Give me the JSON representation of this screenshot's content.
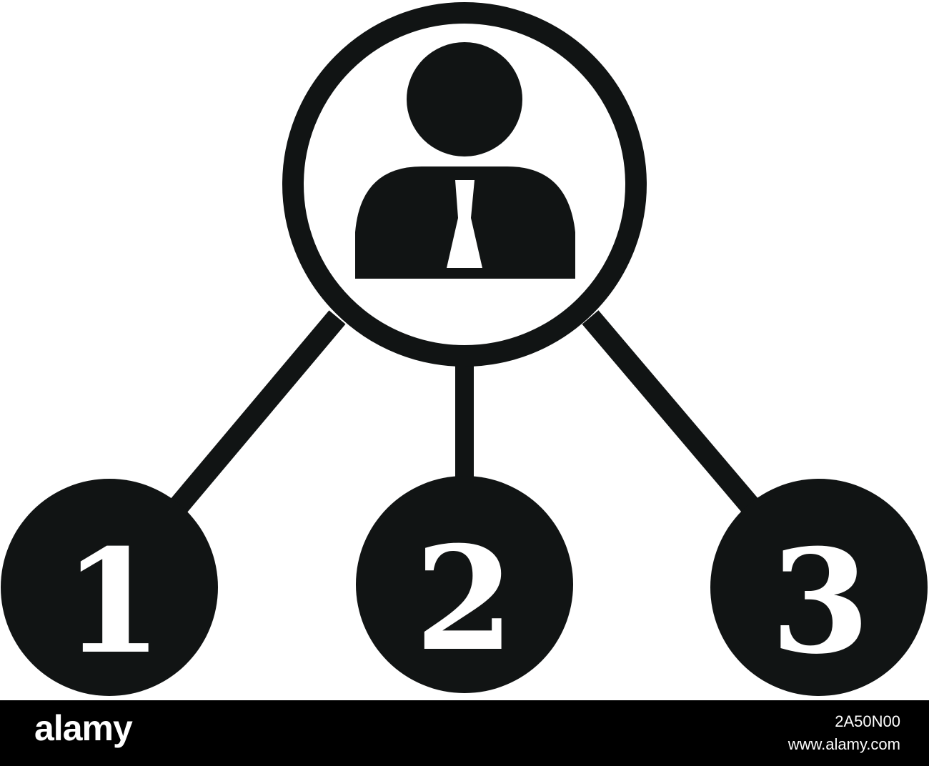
{
  "diagram": {
    "nodes": [
      {
        "label": "1"
      },
      {
        "label": "2"
      },
      {
        "label": "3"
      }
    ],
    "colors": {
      "ink": "#111414",
      "paper": "#ffffff"
    },
    "icon": "businessman-icon"
  },
  "footer": {
    "logo": "alamy",
    "image_id": "2A50N00",
    "site": "www.alamy.com",
    "colors": {
      "background": "#000000",
      "text": "#ffffff"
    }
  }
}
